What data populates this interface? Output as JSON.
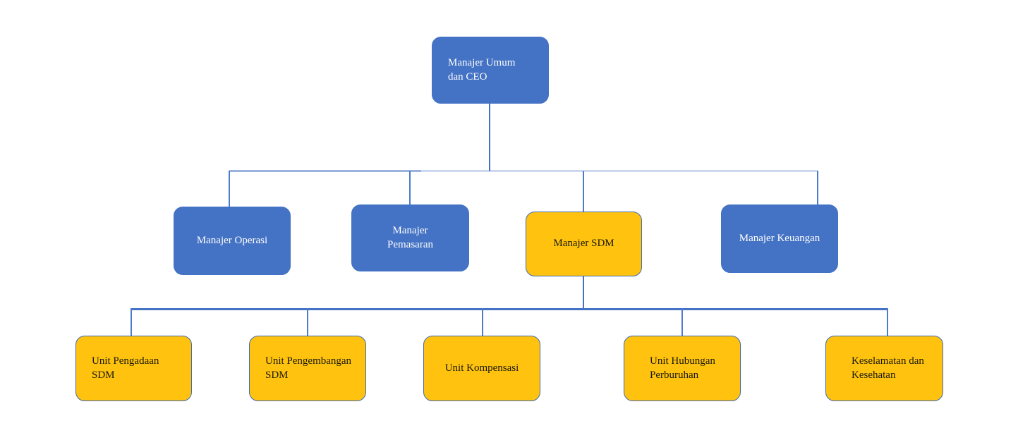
{
  "chart_type": "org-chart",
  "palette": {
    "blue_fill": "#4472C4",
    "yellow_fill": "#FFC20E",
    "blue_text": "#FFFFFF",
    "yellow_text": "#1A1A0A",
    "connector": "#4472C4",
    "connector_faded": "#B8CAE6",
    "background": "#FFFFFF"
  },
  "levels": {
    "top": {
      "nodes": [
        {
          "id": "ceo",
          "label": "Manajer Umum\ndan CEO",
          "color": "blue"
        }
      ]
    },
    "middle": {
      "nodes": [
        {
          "id": "operasi",
          "label": "Manajer Operasi",
          "color": "blue"
        },
        {
          "id": "pemasaran",
          "label": "Manajer\nPemasaran",
          "color": "blue"
        },
        {
          "id": "sdm",
          "label": "Manajer SDM",
          "color": "yellow"
        },
        {
          "id": "keuangan",
          "label": "Manajer Keuangan",
          "color": "blue"
        }
      ]
    },
    "bottom": {
      "nodes": [
        {
          "id": "pengadaan",
          "label": "Unit Pengadaan\nSDM",
          "color": "yellow"
        },
        {
          "id": "pengembangan",
          "label": "Unit Pengembangan\nSDM",
          "color": "yellow"
        },
        {
          "id": "kompensasi",
          "label": "Unit Kompensasi",
          "color": "yellow"
        },
        {
          "id": "hubungan",
          "label": "Unit Hubungan\nPerburuhan",
          "color": "yellow"
        },
        {
          "id": "keselamatan",
          "label": "Keselamatan dan\nKesehatan",
          "color": "yellow"
        }
      ]
    }
  }
}
